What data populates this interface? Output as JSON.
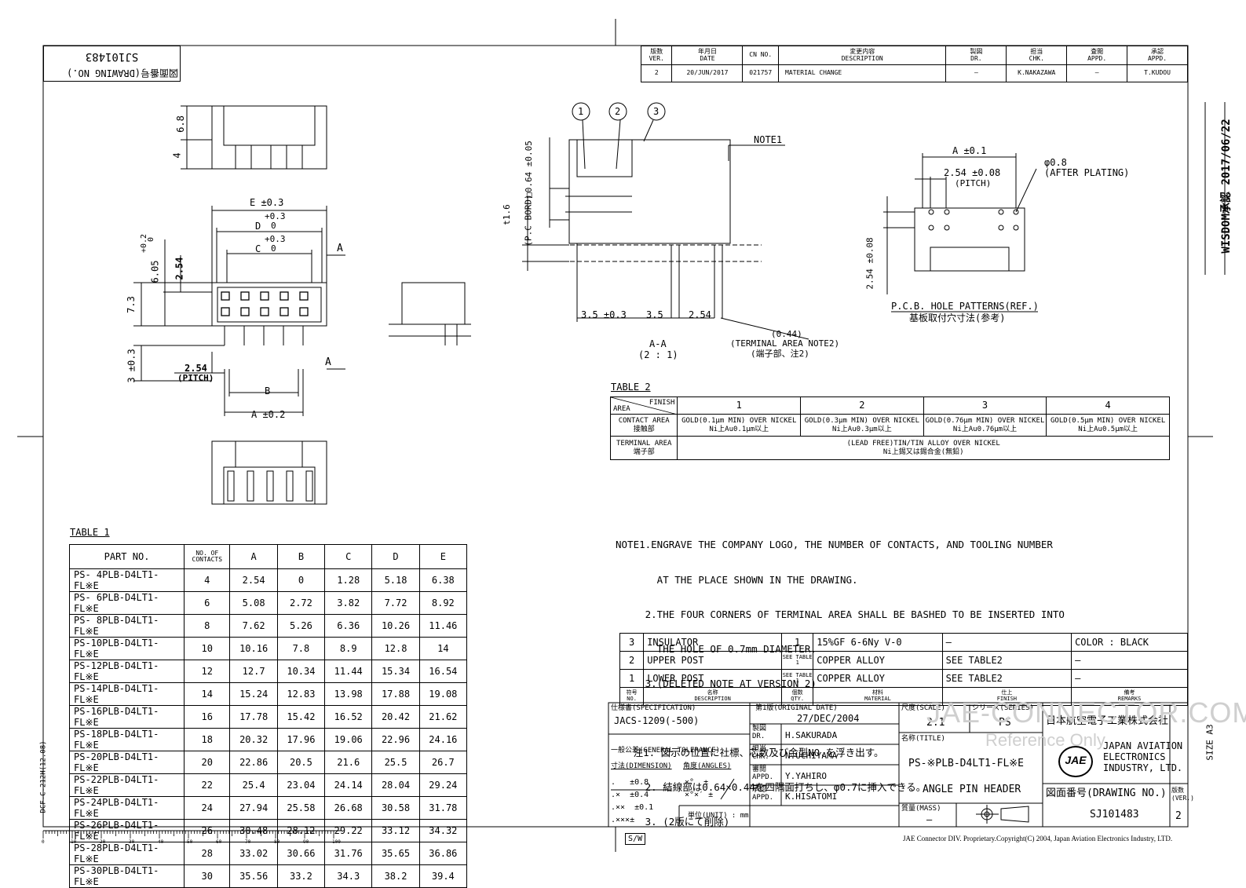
{
  "drawing_no_box": {
    "label": "図面番号(DRAWING NO.)",
    "value": "SJ101483"
  },
  "revision_table": {
    "headers": [
      [
        "版数",
        "VER."
      ],
      [
        "年月日",
        "DATE"
      ],
      [
        "CN NO.",
        ""
      ],
      [
        "変更内容",
        "DESCRIPTION"
      ],
      [
        "製図",
        "DR."
      ],
      [
        "担当",
        "CHK."
      ],
      [
        "査閲",
        "APPD."
      ],
      [
        "承認",
        "APPD."
      ]
    ],
    "row": [
      "2",
      "20/JUN/2017",
      "021757",
      "MATERIAL CHANGE",
      "—",
      "K.NAKAZAWA",
      "—",
      "T.KUDOU"
    ]
  },
  "approval_stamp": "WISDOM承認 2017/06/22",
  "dims": {
    "h68": "6.8",
    "h4": "4",
    "e": "E ±0.3",
    "d": "D",
    "d_tol": "+0.3",
    "d_tol0": "0",
    "c": "C",
    "c_tol": "+0.3",
    "c_tol0": "0",
    "a_mark": "A",
    "h605": "6.05",
    "h605_tol": "+0.2",
    "h605_tol0": "0",
    "h254": "2.54",
    "h73": "7.3",
    "h3": "3 ±0.3",
    "pitch": "2.54",
    "pitch_lbl": "(PITCH)",
    "b": "B",
    "a": "A ±0.2"
  },
  "section": {
    "callouts": [
      "1",
      "2",
      "3"
    ],
    "note1": "NOTE1",
    "pin": "□0.64 ±0.05",
    "pcb": "t1.6",
    "pcb_lbl": "(P.C BORD)",
    "d35a": "3.5 ±0.3",
    "d35b": "3.5",
    "d254": "2.54",
    "d044": "(0.44)",
    "term": "(TERMINAL AREA NOTE2)",
    "term_jp": "(端子部、注2)",
    "aa": "A-A",
    "scale": "(2 : 1)"
  },
  "hole": {
    "a": "A ±0.1",
    "pitch": "2.54 ±0.08",
    "pitch_lbl": "(PITCH)",
    "dia": "φ0.8",
    "dia_lbl": "(AFTER PLATING)",
    "v254": "2.54 ±0.08",
    "title": "P.C.B. HOLE PATTERNS(REF.)",
    "title_jp": "基板取付穴寸法(参考)"
  },
  "table2": {
    "title": "TABLE 2",
    "corner_top": "FINISH",
    "corner_bottom": "AREA",
    "cols": [
      "1",
      "2",
      "3",
      "4"
    ],
    "contact_label": [
      "CONTACT AREA",
      "接触部"
    ],
    "contact": [
      [
        "GOLD(0.1μm MIN) OVER NICKEL",
        "Ni上Au0.1μm以上"
      ],
      [
        "GOLD(0.3μm MIN) OVER NICKEL",
        "Ni上Au0.3μm以上"
      ],
      [
        "GOLD(0.76μm MIN) OVER NICKEL",
        "Ni上Au0.76μm以上"
      ],
      [
        "GOLD(0.5μm MIN) OVER NICKEL",
        "Ni上Au0.5μm以上"
      ]
    ],
    "terminal_label": [
      "TERMINAL AREA",
      "端子部"
    ],
    "terminal": [
      "(LEAD FREE)TIN/TIN ALLOY OVER NICKEL",
      "Ni上錫又は錫合金(無鉛)"
    ]
  },
  "notes": [
    "NOTE1.ENGRAVE THE COMPANY LOGO, THE NUMBER OF CONTACTS, AND TOOLING NUMBER",
    "       AT THE PLACE SHOWN IN THE DRAWING.",
    "     2.THE FOUR CORNERS OF TERMINAL AREA SHALL BE BASHED TO BE INSERTED INTO",
    "       THE HOLE OF 0.7mm DIAMETER.",
    "     3.(DELETED NOTE AT VERSION 2)",
    "",
    "   注1. 図示の位置に社標、芯数及び金型NO.を浮き出す。",
    "     2. 結線部は0.64×0.44を四隅面打ちし、φ0.7に挿入できる。",
    "     3. (2版にて削除)"
  ],
  "table1": {
    "title": "TABLE 1",
    "headers": [
      "PART NO.",
      "NO. OF CONTACTS",
      "A",
      "B",
      "C",
      "D",
      "E"
    ],
    "rows": [
      [
        "PS- 4PLB-D4LT1-FL※E",
        "4",
        "2.54",
        "0",
        "1.28",
        "5.18",
        "6.38"
      ],
      [
        "PS- 6PLB-D4LT1-FL※E",
        "6",
        "5.08",
        "2.72",
        "3.82",
        "7.72",
        "8.92"
      ],
      [
        "PS- 8PLB-D4LT1-FL※E",
        "8",
        "7.62",
        "5.26",
        "6.36",
        "10.26",
        "11.46"
      ],
      [
        "PS-10PLB-D4LT1-FL※E",
        "10",
        "10.16",
        "7.8",
        "8.9",
        "12.8",
        "14"
      ],
      [
        "PS-12PLB-D4LT1-FL※E",
        "12",
        "12.7",
        "10.34",
        "11.44",
        "15.34",
        "16.54"
      ],
      [
        "PS-14PLB-D4LT1-FL※E",
        "14",
        "15.24",
        "12.83",
        "13.98",
        "17.88",
        "19.08"
      ],
      [
        "PS-16PLB-D4LT1-FL※E",
        "16",
        "17.78",
        "15.42",
        "16.52",
        "20.42",
        "21.62"
      ],
      [
        "PS-18PLB-D4LT1-FL※E",
        "18",
        "20.32",
        "17.96",
        "19.06",
        "22.96",
        "24.16"
      ],
      [
        "PS-20PLB-D4LT1-FL※E",
        "20",
        "22.86",
        "20.5",
        "21.6",
        "25.5",
        "26.7"
      ],
      [
        "PS-22PLB-D4LT1-FL※E",
        "22",
        "25.4",
        "23.04",
        "24.14",
        "28.04",
        "29.24"
      ],
      [
        "PS-24PLB-D4LT1-FL※E",
        "24",
        "27.94",
        "25.58",
        "26.68",
        "30.58",
        "31.78"
      ],
      [
        "PS-26PLB-D4LT1-FL※E",
        "26",
        "30.48",
        "28.12",
        "29.22",
        "33.12",
        "34.32"
      ],
      [
        "PS-28PLB-D4LT1-FL※E",
        "28",
        "33.02",
        "30.66",
        "31.76",
        "35.65",
        "36.86"
      ],
      [
        "PS-30PLB-D4LT1-FL※E",
        "30",
        "35.56",
        "33.2",
        "34.3",
        "38.2",
        "39.4"
      ]
    ]
  },
  "bom": {
    "rows": [
      [
        "3",
        "INSULATOR",
        "1",
        "15%GF 6-6Ny V-0",
        "—",
        "COLOR : BLACK"
      ],
      [
        "2",
        "UPPER POST",
        "SEE TABLE 1",
        "COPPER ALLOY",
        "SEE TABLE2",
        "—"
      ],
      [
        "1",
        "LOWER POST",
        "SEE TABLE 1",
        "COPPER ALLOY",
        "SEE TABLE2",
        "—"
      ]
    ],
    "headers": [
      [
        "符号",
        "NO."
      ],
      [
        "名称",
        "DESCRIPTION"
      ],
      [
        "個数",
        "QTY."
      ],
      [
        "材料",
        "MATERIAL"
      ],
      [
        "仕上",
        "FINISH"
      ],
      [
        "備考",
        "REMARKS"
      ]
    ]
  },
  "title_block": {
    "spec_label": "仕様書(SPECIFICATION)",
    "spec": "JACS-1209(-500)",
    "orig_label": "第1版(ORIGINAL DATE)",
    "orig": "27/DEC/2004",
    "scale_label": "尺度(SCALE)",
    "scale": "2:1",
    "series_label": "シリーズ(SERIES)",
    "series": "PS",
    "company_jp": "日本航空電子工業株式会社",
    "company_en": [
      "JAPAN AVIATION",
      "ELECTRONICS",
      "INDUSTRY, LTD."
    ],
    "tol_label": "一般公差(GENERAL TOLERANCE)",
    "dim_label": "寸法(DIMENSION)",
    "ang_label": "角度(ANGLES)",
    "tols": [
      ".   ±0.8",
      ".×  ±0.4",
      ".××  ±0.1",
      ".×××±"
    ],
    "angs": [
      "×°  ±",
      "×°×′ ±"
    ],
    "unit": "単位(UNIT) : mm",
    "people": [
      [
        "製図",
        "DR.",
        "H.SAKURADA"
      ],
      [
        "担当",
        "CHK.",
        "N.UCHIYAMA"
      ],
      [
        "審閲",
        "APPD.",
        "Y.YAHIRO"
      ],
      [
        "承認",
        "APPD.",
        "K.HISATOMI"
      ]
    ],
    "title_label": "名称(TITLE)",
    "title1": "PS-※PLB-D4LT1-FL※E",
    "title2": "ANGLE PIN HEADER",
    "mass_label": "質量(MASS)",
    "mass": "—",
    "dwg_label": "図面番号(DRAWING NO.)",
    "dwg": "SJ101483",
    "ver_label": "版数(VER.)",
    "ver": "2",
    "size": "SIZE A3"
  },
  "watermark": [
    "JAE-CONNECTOR.COM",
    "Reference Only"
  ],
  "footer": "JAE Connector DIV. Proprietary.Copyright(C) 2004, Japan Aviation Electronics Industry, LTD.",
  "form_no": "DCF-C-212H(12.08)",
  "sw": "S/W",
  "ruler": [
    "0",
    "10",
    "20",
    "30",
    "40",
    "50",
    "60",
    "70",
    "80",
    "90",
    "100"
  ]
}
